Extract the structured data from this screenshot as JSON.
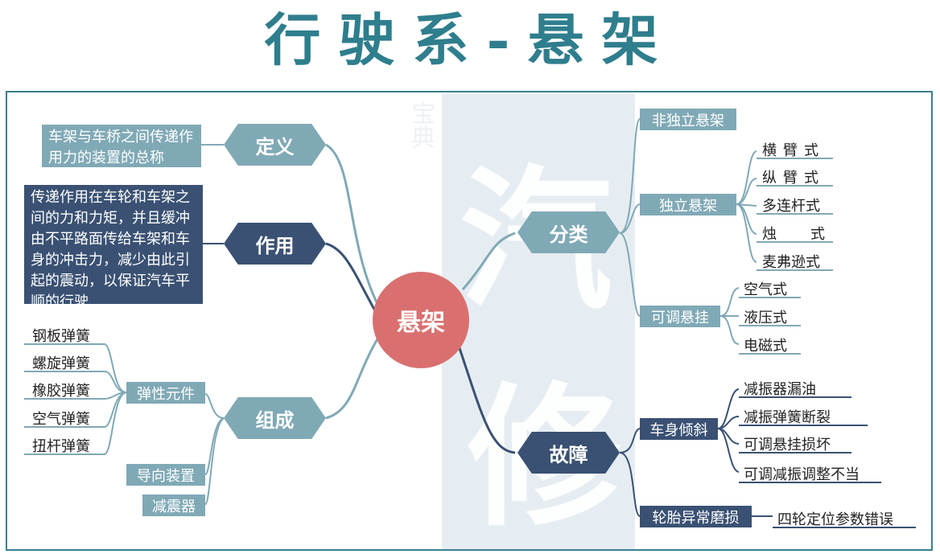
{
  "title": "行驶系-悬架",
  "watermark": {
    "big1": "汽",
    "big2": "修",
    "mid": "宝典"
  },
  "center": "悬架",
  "left": {
    "definition": {
      "label": "定义",
      "text": "车架与车桥之间传递作用力的装置的总称"
    },
    "function": {
      "label": "作用",
      "text": "传递作用在车轮和车架之间的力和力矩，并且缓冲由不平路面传给车架和车身的冲击力，减少由此引起的震动，以保证汽车平顺的行驶"
    },
    "composition": {
      "label": "组成",
      "elastic": {
        "label": "弹性元件",
        "items": [
          "钢板弹簧",
          "螺旋弹簧",
          "橡胶弹簧",
          "空气弹簧",
          "扭杆弹簧"
        ]
      },
      "guide": "导向装置",
      "damper": "减震器"
    }
  },
  "right": {
    "classification": {
      "label": "分类",
      "non_independent": "非独立悬架",
      "independent": {
        "label": "独立悬架",
        "items": [
          "横臂式",
          "纵臂式",
          "多连杆式",
          "烛式",
          "麦弗逊式"
        ]
      },
      "adjustable": {
        "label": "可调悬挂",
        "items": [
          "空气式",
          "液压式",
          "电磁式"
        ]
      }
    },
    "faults": {
      "label": "故障",
      "tilt": {
        "label": "车身倾斜",
        "items": [
          "减振器漏油",
          "减振弹簧断裂",
          "可调悬挂损坏",
          "可调减振调整不当"
        ]
      },
      "tire": {
        "label": "轮胎异常磨损",
        "items": [
          "四轮定位参数错误"
        ]
      }
    }
  },
  "colors": {
    "light": "#80a9b6",
    "dark": "#3a5173",
    "center": "#d9706f",
    "title": "#2f7e8d"
  }
}
